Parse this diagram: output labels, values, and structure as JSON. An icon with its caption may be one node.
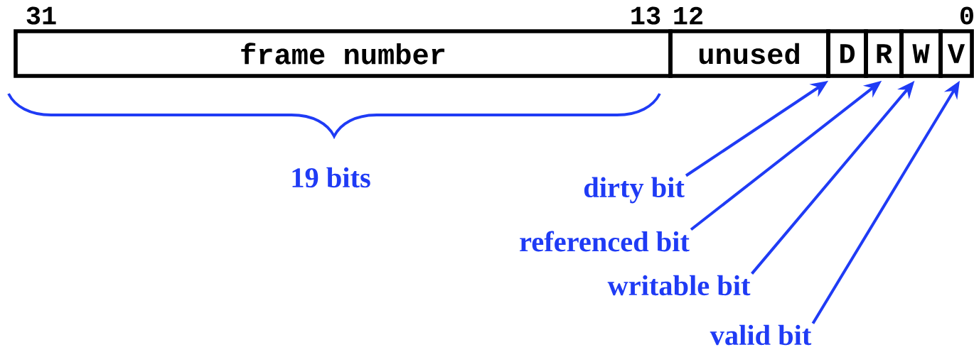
{
  "diagram": {
    "nodes": [
      {
        "text": [
          "frame number"
        ]
      },
      {
        "text": [
          "unused"
        ]
      },
      {
        "text": [
          "D"
        ]
      },
      {
        "text": [
          "R"
        ]
      },
      {
        "text": [
          "W"
        ]
      },
      {
        "text": [
          "V"
        ]
      },
      {
        "text": [
          "dirty bit"
        ]
      },
      {
        "text": [
          "referenced bit"
        ]
      },
      {
        "text": [
          "writable bit"
        ]
      },
      {
        "text": [
          "valid bit"
        ]
      }
    ],
    "edges": [
      {
        "from": 6,
        "to": 2,
        "arrow": "to"
      },
      {
        "from": 7,
        "to": 3,
        "arrow": "to"
      },
      {
        "from": 8,
        "to": 4,
        "arrow": "to"
      },
      {
        "from": 9,
        "to": 5,
        "arrow": "to"
      }
    ],
    "labels": [
      "31",
      "13",
      "12",
      "0",
      "19 bits"
    ]
  }
}
